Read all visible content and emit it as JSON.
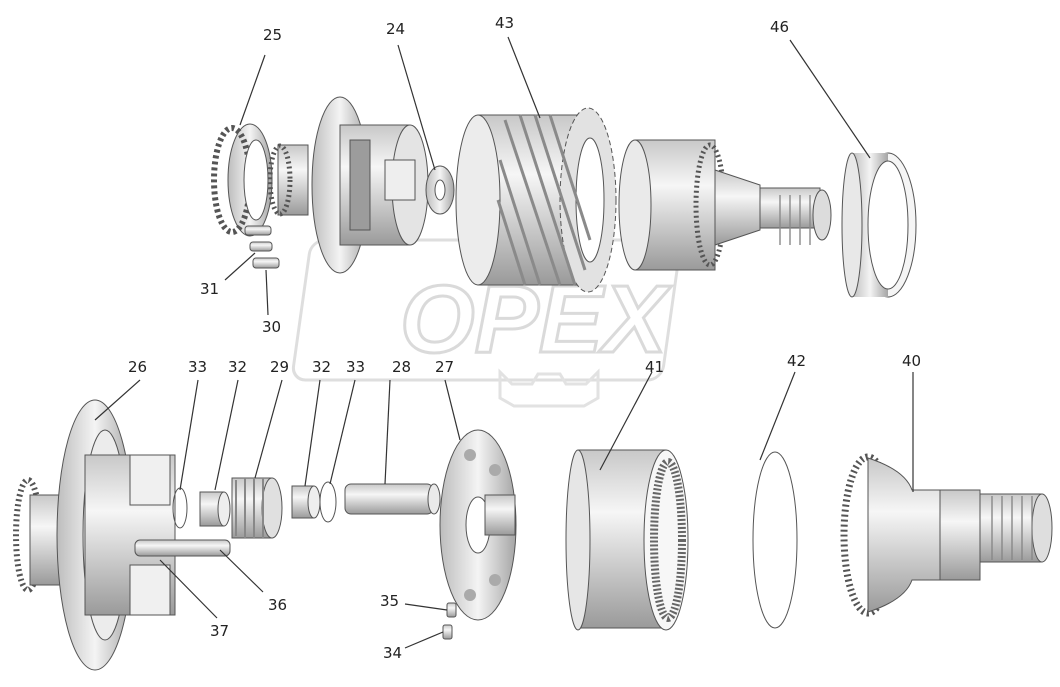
{
  "watermark": {
    "text": "OPEX",
    "color": "#cfcfcf"
  },
  "colors": {
    "part_light": "#f2f2f2",
    "part_mid": "#d9d9d9",
    "part_dark": "#a8a8a8",
    "outline": "#555555"
  },
  "labels": {
    "p25": "25",
    "p24": "24",
    "p43": "43",
    "p46": "46",
    "p31": "31",
    "p30": "30",
    "p26": "26",
    "p33a": "33",
    "p32a": "32",
    "p29": "29",
    "p32b": "32",
    "p33b": "33",
    "p28": "28",
    "p27": "27",
    "p41": "41",
    "p42": "42",
    "p40": "40",
    "p36": "36",
    "p37": "37",
    "p35": "35",
    "p34": "34"
  }
}
